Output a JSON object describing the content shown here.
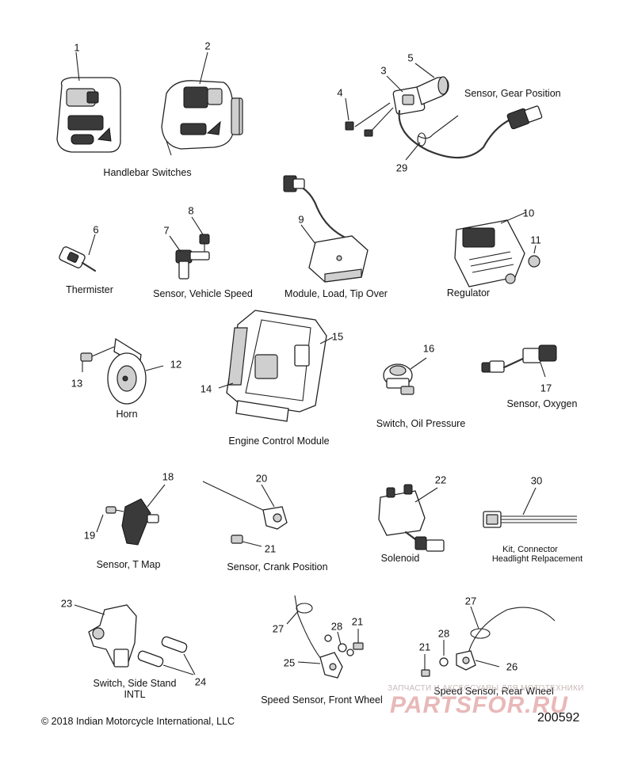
{
  "parts": {
    "handlebar_switches": "Handlebar Switches",
    "sensor_gear_position": "Sensor, Gear Position",
    "thermister": "Thermister",
    "sensor_vehicle_speed": "Sensor, Vehicle Speed",
    "module_load_tip_over": "Module, Load, Tip Over",
    "regulator": "Regulator",
    "horn": "Horn",
    "engine_control_module": "Engine Control Module",
    "switch_oil_pressure": "Switch, Oil Pressure",
    "sensor_oxygen": "Sensor, Oxygen",
    "sensor_t_map": "Sensor, T Map",
    "sensor_crank_position": "Sensor, Crank Position",
    "solenoid": "Solenoid",
    "kit_connector_line1": "Kit, Connector",
    "kit_connector_line2": "Headlight Relpacement",
    "switch_side_stand_line1": "Switch, Side Stand",
    "switch_side_stand_line2": "INTL",
    "speed_sensor_front_wheel": "Speed Sensor, Front Wheel",
    "speed_sensor_rear_wheel": "Speed Sensor, Rear Wheel"
  },
  "callouts": {
    "n1": "1",
    "n2": "2",
    "n3": "3",
    "n4": "4",
    "n5": "5",
    "n6": "6",
    "n7": "7",
    "n8": "8",
    "n9": "9",
    "n10": "10",
    "n11": "11",
    "n12": "12",
    "n13": "13",
    "n14": "14",
    "n15": "15",
    "n16": "16",
    "n17": "17",
    "n18": "18",
    "n19": "19",
    "n20": "20",
    "n21a": "21",
    "n21b": "21",
    "n21c": "21",
    "n22": "22",
    "n23": "23",
    "n24": "24",
    "n25": "25",
    "n26": "26",
    "n27a": "27",
    "n27b": "27",
    "n28a": "28",
    "n28b": "28",
    "n29": "29",
    "n30": "30"
  },
  "footer": {
    "copyright": "© 2018 Indian Motorcycle International, LLC",
    "diagram_number": "200592"
  },
  "watermark": {
    "tagline": "ЗАПЧАСТИ И АКСЕССУАРЫ ДЛЯ МОТОТЕХНИКИ",
    "logo": "PARTSFOR.RU"
  }
}
